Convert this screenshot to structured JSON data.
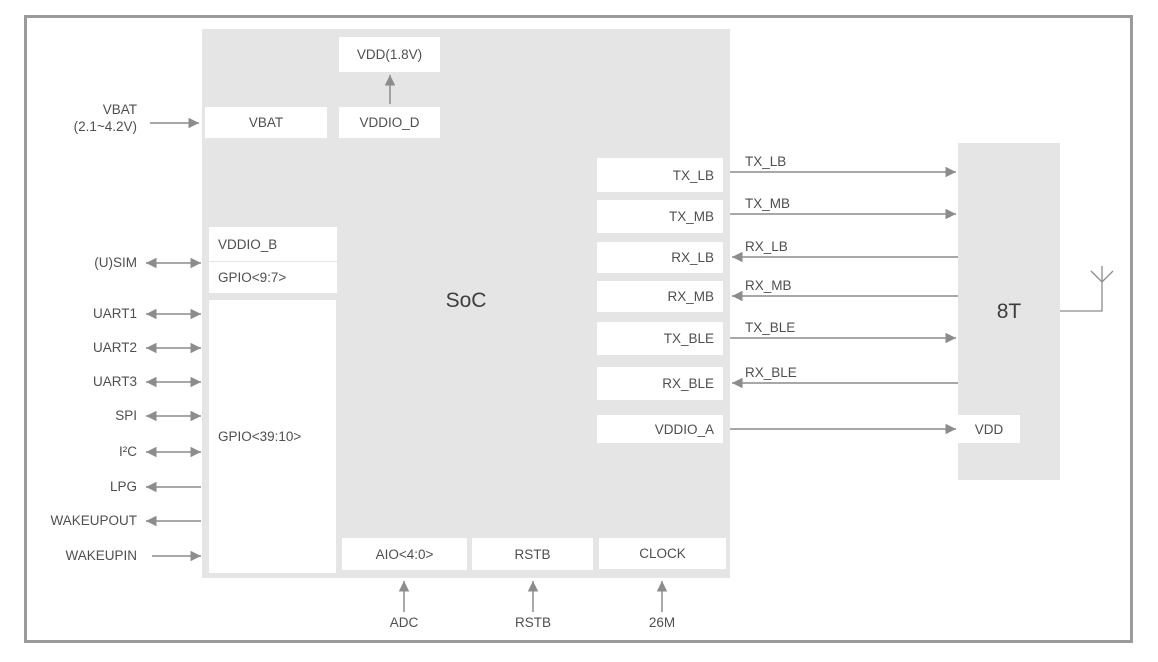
{
  "soc": {
    "label": "SoC",
    "boxes": {
      "vdd18": "VDD(1.8V)",
      "vbat": "VBAT",
      "vddio_d": "VDDIO_D",
      "vddio_b": "VDDIO_B",
      "gpio_9_7": "GPIO<9:7>",
      "gpio_39_10": "GPIO<39:10>",
      "aio": "AIO<4:0>",
      "rstb": "RSTB",
      "clock": "CLOCK",
      "tx_lb": "TX_LB",
      "tx_mb": "TX_MB",
      "rx_lb": "RX_LB",
      "rx_mb": "RX_MB",
      "tx_ble": "TX_BLE",
      "rx_ble": "RX_BLE",
      "vddio_a": "VDDIO_A"
    }
  },
  "left_ports": [
    {
      "label": "VBAT\n(2.1~4.2V)",
      "direction": "in"
    },
    {
      "label": "(U)SIM",
      "direction": "bidirectional"
    },
    {
      "label": "UART1",
      "direction": "bidirectional"
    },
    {
      "label": "UART2",
      "direction": "bidirectional"
    },
    {
      "label": "UART3",
      "direction": "bidirectional"
    },
    {
      "label": "SPI",
      "direction": "bidirectional"
    },
    {
      "label": "I²C",
      "direction": "bidirectional"
    },
    {
      "label": "LPG",
      "direction": "out"
    },
    {
      "label": "WAKEUPOUT",
      "direction": "out"
    },
    {
      "label": "WAKEUPIN",
      "direction": "in"
    }
  ],
  "rf_signals": [
    {
      "label": "TX_LB",
      "direction": "out"
    },
    {
      "label": "TX_MB",
      "direction": "out"
    },
    {
      "label": "RX_LB",
      "direction": "in"
    },
    {
      "label": "RX_MB",
      "direction": "in"
    },
    {
      "label": "TX_BLE",
      "direction": "out"
    },
    {
      "label": "RX_BLE",
      "direction": "in"
    }
  ],
  "bottom_ports": [
    {
      "label": "ADC",
      "direction": "in"
    },
    {
      "label": "RSTB",
      "direction": "in"
    },
    {
      "label": "26M",
      "direction": "in"
    }
  ],
  "rf_module": {
    "label": "8T",
    "vdd_label": "VDD",
    "antenna_icon": "antenna"
  },
  "colors": {
    "block_fill": "#e5e5e5",
    "box_fill": "#ffffff",
    "line": "#8c8c8c",
    "text": "#4f4f4f",
    "frame_border": "#9b9b9b"
  }
}
